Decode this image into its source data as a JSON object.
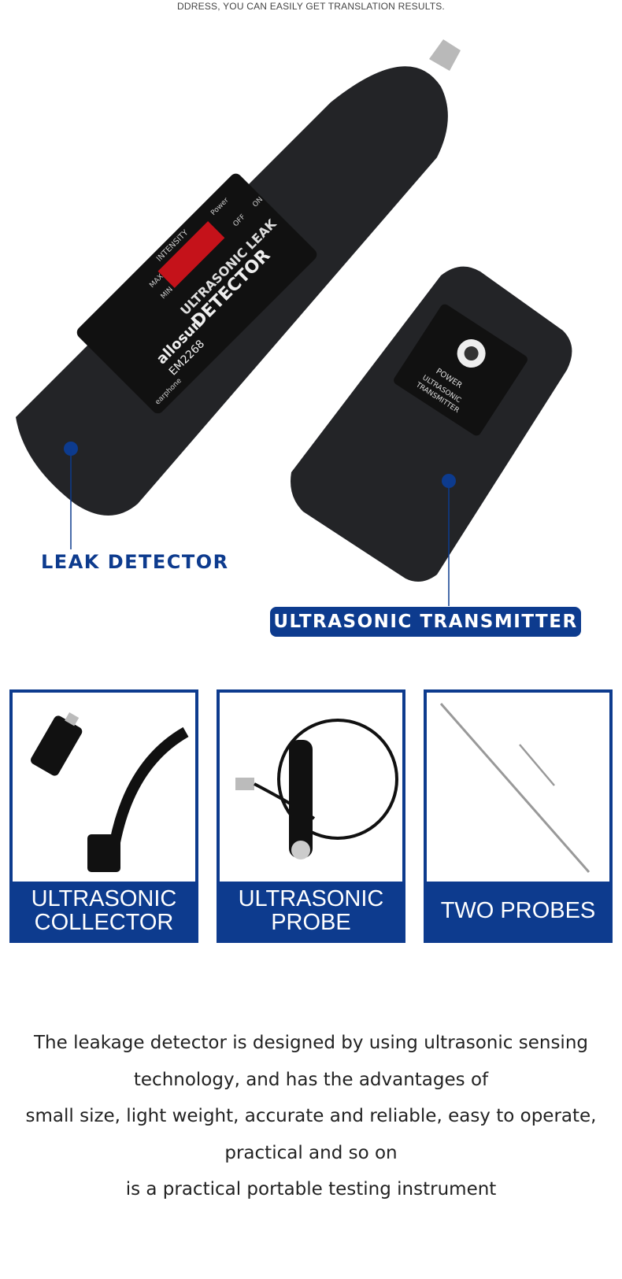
{
  "top_caption": "DDRESS, YOU CAN EASILY GET TRANSLATION RESULTS.",
  "hero": {
    "detector": {
      "brand": "allosun",
      "model": "EM2268",
      "title_line1": "ULTRASONIC LEAK",
      "title_line2": "DETECTOR",
      "power": "Power",
      "intensity": "INTENSITY",
      "max": "MAX",
      "min": "MIN",
      "off": "OFF",
      "on": "ON",
      "earphone": "earphone"
    },
    "transmitter": {
      "power": "POWER",
      "title_line1": "ULTRASONIC",
      "title_line2": "TRANSMITTER"
    },
    "label_leak_detector": "LEAK DETECTOR",
    "label_transmitter": "ULTRASONIC TRANSMITTER"
  },
  "cards": [
    {
      "caption_line1": "ULTRASONIC",
      "caption_line2": "COLLECTOR"
    },
    {
      "caption_line1": "ULTRASONIC",
      "caption_line2": "PROBE"
    },
    {
      "caption_line1": "TWO PROBES",
      "caption_line2": ""
    }
  ],
  "description": [
    "The leakage detector is designed by using ultrasonic sensing",
    "technology, and has the advantages of",
    "small size, light weight, accurate and reliable, easy to operate,",
    "practical and so on",
    "is a practical portable testing instrument"
  ],
  "colors": {
    "brand_blue": "#0d3b8e",
    "device_black": "#1e1f22",
    "led_red": "#e0141c"
  }
}
